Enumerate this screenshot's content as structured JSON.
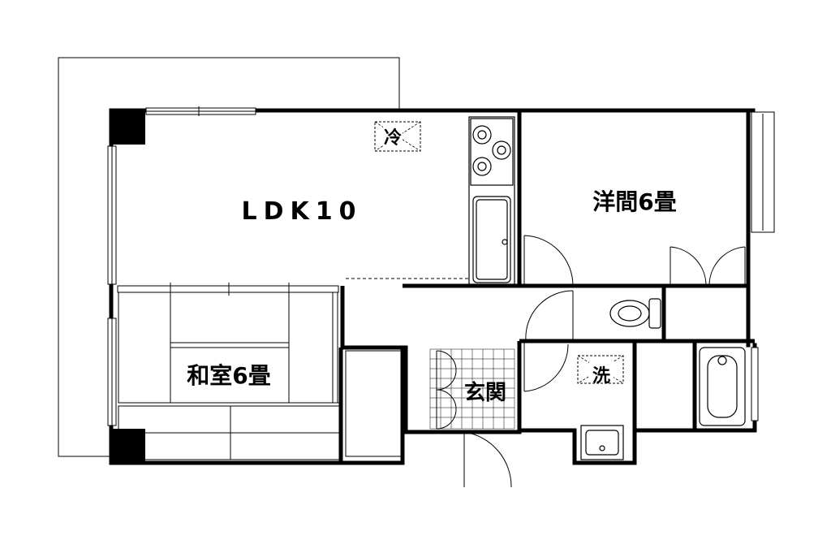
{
  "floor_plan": {
    "rooms": {
      "ldk": "LDK10",
      "western_room": "洋間6畳",
      "japanese_room": "和室6畳",
      "entrance": "玄関"
    },
    "fixtures": {
      "refrigerator_space": "冷",
      "washer_space": "洗"
    }
  }
}
